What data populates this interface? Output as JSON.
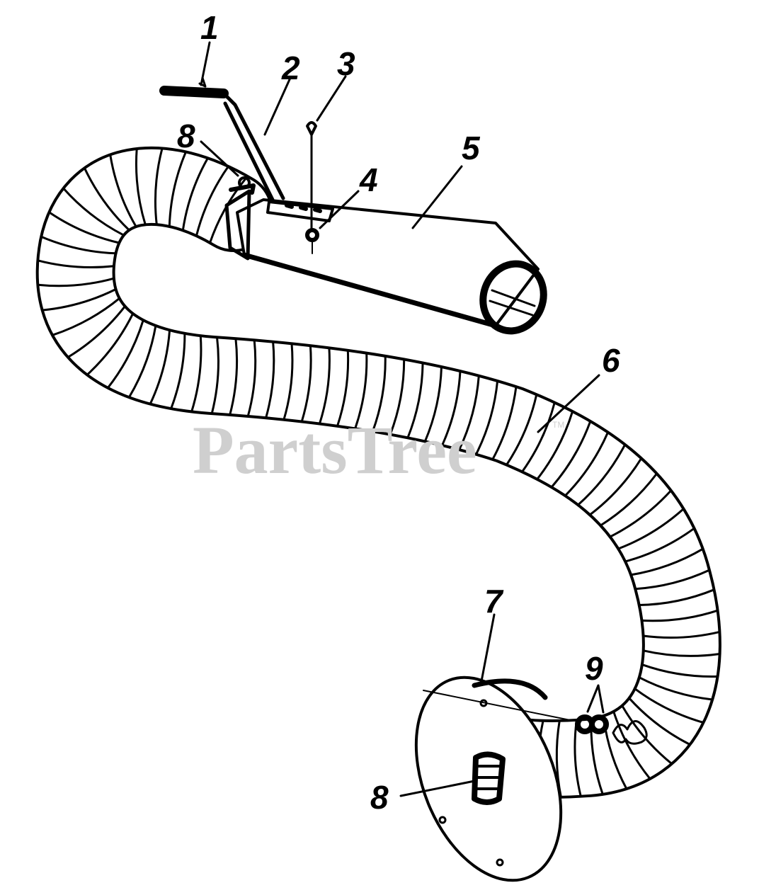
{
  "watermark": {
    "text": "PartsTree",
    "trademark": "TM"
  },
  "callouts": [
    {
      "id": "1",
      "label": "1"
    },
    {
      "id": "2",
      "label": "2"
    },
    {
      "id": "3",
      "label": "3"
    },
    {
      "id": "4",
      "label": "4"
    },
    {
      "id": "5",
      "label": "5"
    },
    {
      "id": "6",
      "label": "6"
    },
    {
      "id": "7",
      "label": "7"
    },
    {
      "id": "8a",
      "label": "8"
    },
    {
      "id": "8b",
      "label": "8"
    },
    {
      "id": "9",
      "label": "9"
    }
  ],
  "colors": {
    "ink": "#000000",
    "watermark": "#cfcfcf",
    "background": "#ffffff"
  }
}
